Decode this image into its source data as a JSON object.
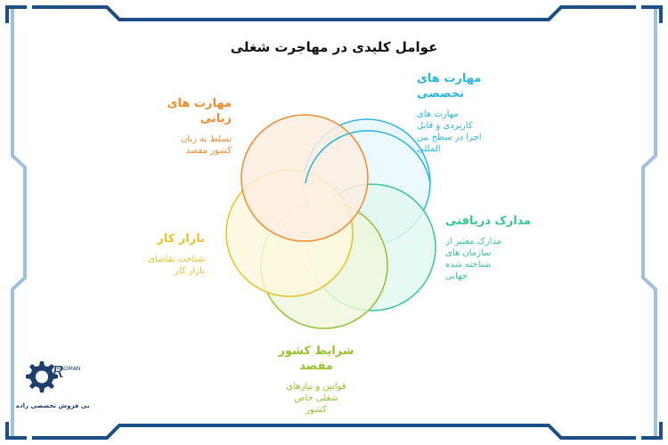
{
  "title": "عوامل کلیدی در مهاجرت شغلی",
  "factors": [
    {
      "heading": "مهارت های\nتخصصی",
      "desc": "مهارت های\nکاربردی و قابل\nاجرا در سطح بین\nالمللی",
      "color": "#2bb6de"
    },
    {
      "heading": "مدارک دریافتی",
      "desc": "مدارک معتبر از\nسازمان های\nشناخته شده\nجهانی",
      "color": "#34c791"
    },
    {
      "heading": "شرایط کشور\nمقصد",
      "desc": "قوانین و نیازهای\nشغلی خاص\nکشور",
      "color": "#97c12c"
    },
    {
      "heading": "بازار کار",
      "desc": "شناخت تقاضای\nبازار کار",
      "color": "#e8c224"
    },
    {
      "heading": "مهارت های\nزبانی",
      "desc": "تسلط به زبان\nکشور مقصد",
      "color": "#ef8a2d"
    }
  ],
  "logo": {
    "brand": "RADMAN",
    "tagline": "آکادمی فروش تخصصی رادمان"
  },
  "colors": {
    "frame": "#1c4f84",
    "frame_light": "#9fc1dc",
    "logo": "#1d3f6e"
  }
}
